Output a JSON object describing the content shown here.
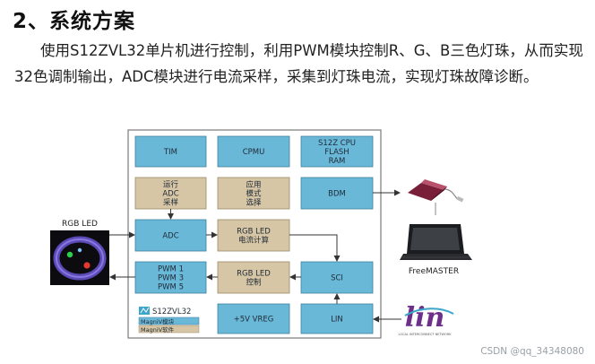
{
  "section_title": "2、系统方案",
  "paragraph": "使用S12ZVL32单片机进行控制，利用PWM模块控制R、G、B三色灯珠，从而实现32色调制输出，ADC模块进行电流采样，采集到灯珠电流，实现灯珠故障诊断。",
  "diagram": {
    "blocks": {
      "tim": [
        "TIM"
      ],
      "cpmu": [
        "CPMU"
      ],
      "cpu": [
        "S12Z CPU",
        "FLASH",
        "RAM"
      ],
      "run_adc": [
        "运行",
        "ADC",
        "采样"
      ],
      "app_mode": [
        "应用",
        "模式",
        "选择"
      ],
      "bdm": [
        "BDM"
      ],
      "adc": [
        "ADC"
      ],
      "rgb_calc": [
        "RGB LED",
        "电流计算"
      ],
      "pwm": [
        "PWM 1",
        "PWM 3",
        "PWM 5"
      ],
      "rgb_ctrl": [
        "RGB LED",
        "控制"
      ],
      "sci": [
        "SCI"
      ],
      "vreg": [
        "+5V VREG"
      ],
      "lin": [
        "LIN"
      ]
    },
    "chip_name": "S12ZVL32",
    "magniv_module": "MagniV模块",
    "magniv_software": "MagniV软件",
    "rgb_led_label": "RGB LED",
    "freemaster_label": "FreeMASTER",
    "lin_logo_text": "lin",
    "lin_logo_tagline": "LOCAL INTERCONNECT NETWORK"
  },
  "watermark": "CSDN @qq_34348080",
  "colors": {
    "blue_block": "#6ab8d8",
    "tan_block": "#d7c6a5",
    "chip_border": "#7a7a7a",
    "arrow": "#333333",
    "lin_logo": "#6d2f8a"
  }
}
